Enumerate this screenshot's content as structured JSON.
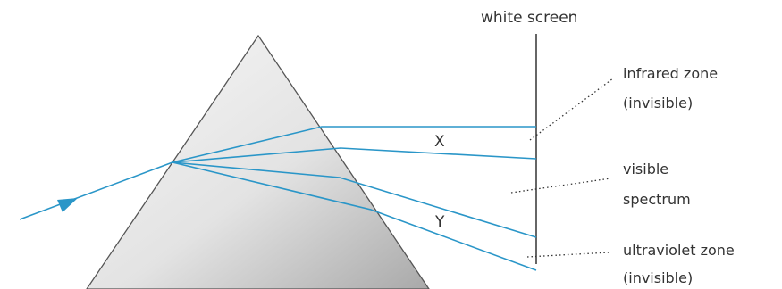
{
  "labels": {
    "screen": "white screen",
    "zone_x": "X",
    "zone_y": "Y",
    "infrared_line1": "infrared zone",
    "infrared_line2": "(invisible)",
    "visible_line1": "visible",
    "visible_line2": "spectrum",
    "ultraviolet_line1": "ultraviolet zone",
    "ultraviolet_line2": "(invisible)"
  },
  "colors": {
    "ray": "#2a96c8",
    "prism_light": "#f4f4f4",
    "prism_dark": "#b8b8b8",
    "prism_edge": "#555555",
    "screen_line": "#333333",
    "text": "#333333"
  }
}
